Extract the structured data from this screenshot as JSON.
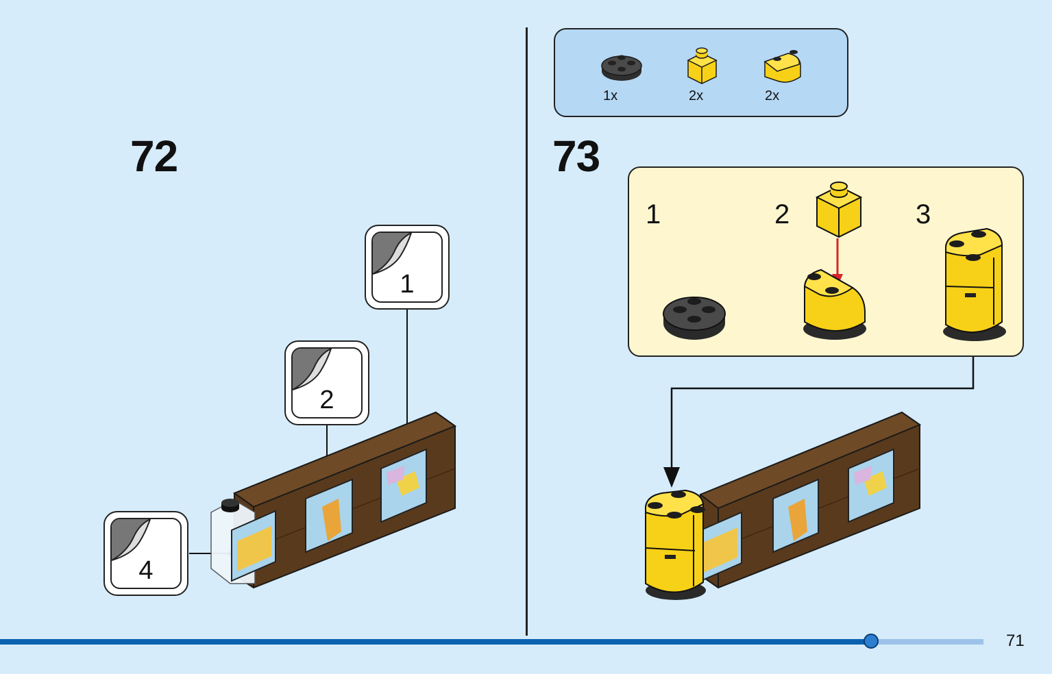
{
  "steps": {
    "left": {
      "number": "72"
    },
    "right": {
      "number": "73"
    }
  },
  "parts_list": [
    {
      "qty": "1x",
      "part": "round-plate-2x2-dark-gray",
      "color": "#3b3b3b"
    },
    {
      "qty": "2x",
      "part": "brick-1x1-yellow",
      "color": "#f7d117"
    },
    {
      "qty": "2x",
      "part": "round-brick-quarter-yellow",
      "color": "#f7d117"
    }
  ],
  "substeps": [
    {
      "number": "1"
    },
    {
      "number": "2"
    },
    {
      "number": "3"
    }
  ],
  "stickers": [
    {
      "number": "1"
    },
    {
      "number": "2"
    },
    {
      "number": "4"
    }
  ],
  "progress": {
    "fraction": 0.886
  },
  "page": {
    "number": "71"
  },
  "colors": {
    "background": "#d6ecfa",
    "parts_box": "#b5d8f4",
    "substep_box": "#fdf6cf",
    "wood": "#5a3a1c",
    "yellow_brick": "#f7d117",
    "arrow_red": "#d8242b",
    "progress": "#0b62b0"
  }
}
